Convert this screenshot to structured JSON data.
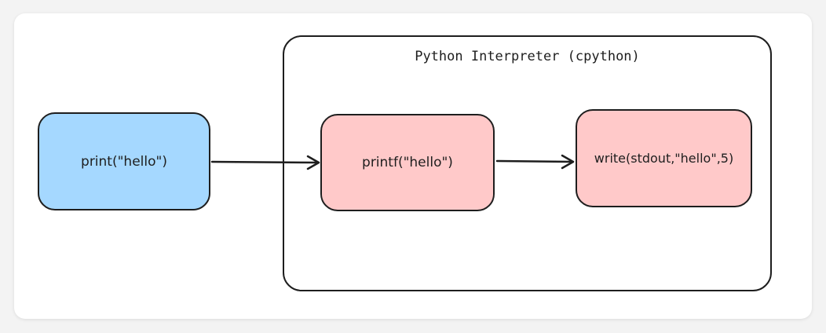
{
  "diagram": {
    "group": {
      "title": "Python Interpreter (cpython)"
    },
    "nodes": {
      "print": {
        "label": "print(\"hello\")",
        "color": "#a5d8ff"
      },
      "printf": {
        "label": "printf(\"hello\")",
        "color": "#ffc9c9"
      },
      "write": {
        "label": "write(stdout,\"hello\",5)",
        "color": "#ffc9c9"
      }
    },
    "edges": [
      {
        "from": "print",
        "to": "printf"
      },
      {
        "from": "printf",
        "to": "write"
      }
    ]
  }
}
